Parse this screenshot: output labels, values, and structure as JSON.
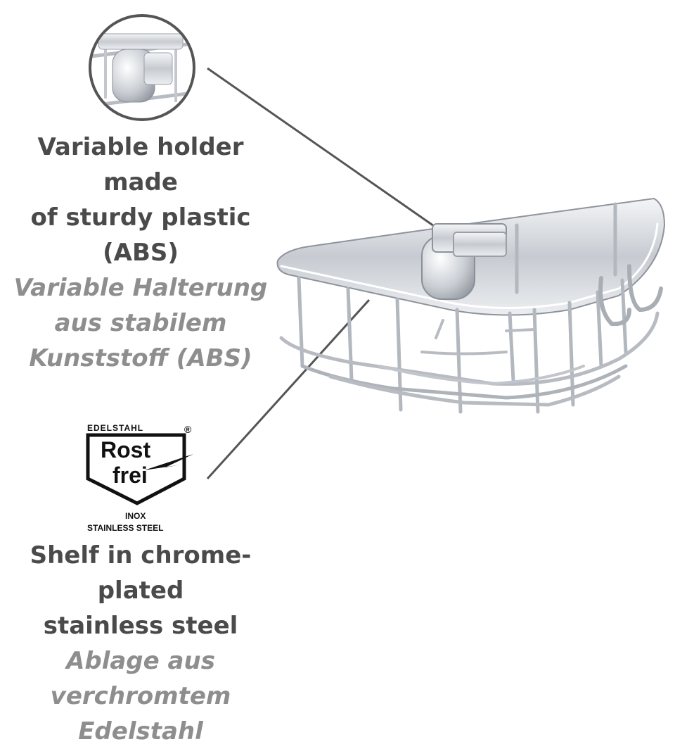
{
  "holder_caption": {
    "english_lines": [
      "Variable holder made",
      "of sturdy plastic",
      "(ABS)"
    ],
    "german_lines": [
      "Variable Halterung",
      "aus stabilem",
      "Kunststoff (ABS)"
    ]
  },
  "shelf_caption": {
    "english_lines": [
      "Shelf in chrome-plated",
      "stainless steel"
    ],
    "german_lines": [
      "Ablage aus",
      "verchromtem Edelstahl"
    ]
  },
  "badge": {
    "top": "EDELSTAHL",
    "registered": "®",
    "line1": "Rost",
    "line2": "frei",
    "sub1": "INOX",
    "sub2": "STAINLESS STEEL"
  },
  "colors": {
    "english_text": "#4a4a4a",
    "german_text": "#8e8e8e",
    "leader_line": "#555555",
    "chrome": "#b8bcc2"
  }
}
